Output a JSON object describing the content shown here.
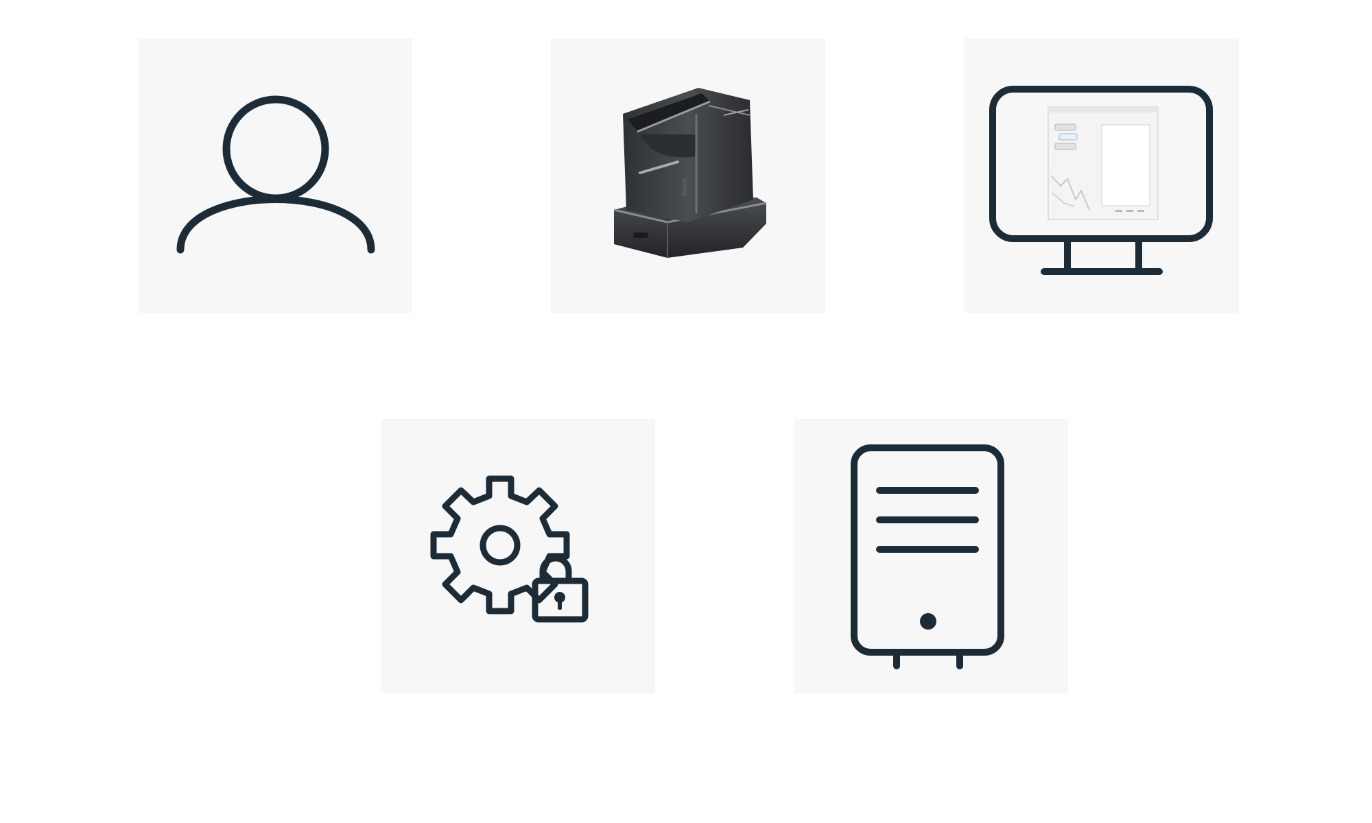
{
  "colors": {
    "background": "#ffffff",
    "tile_background": "#f7f7f7",
    "icon_stroke": "#1c2b36",
    "device_body": "#3a3d40",
    "device_highlight": "#8a8d90",
    "screen_white": "#ffffff"
  },
  "icons": [
    {
      "id": "user",
      "semantic": "user-icon"
    },
    {
      "id": "dock",
      "semantic": "charging-dock-icon"
    },
    {
      "id": "monitor",
      "semantic": "monitor-icon"
    },
    {
      "id": "settings",
      "semantic": "gear-lock-icon"
    },
    {
      "id": "tower",
      "semantic": "server-tower-icon"
    }
  ]
}
